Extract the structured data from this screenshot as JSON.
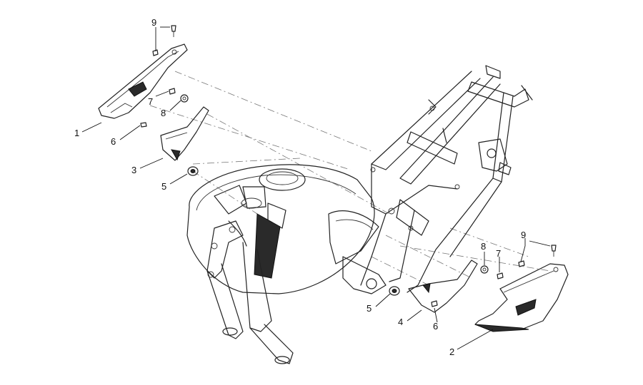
{
  "callouts": [
    {
      "id": "c9a",
      "text": "9"
    },
    {
      "id": "c7a",
      "text": "7"
    },
    {
      "id": "c8a",
      "text": "8"
    },
    {
      "id": "c1",
      "text": "1"
    },
    {
      "id": "c6a",
      "text": "6"
    },
    {
      "id": "c3",
      "text": "3"
    },
    {
      "id": "c5a",
      "text": "5"
    },
    {
      "id": "c9b",
      "text": "9"
    },
    {
      "id": "c8b",
      "text": "8"
    },
    {
      "id": "c7b",
      "text": "7"
    },
    {
      "id": "c5b",
      "text": "5"
    },
    {
      "id": "c4",
      "text": "4"
    },
    {
      "id": "c6b",
      "text": "6"
    },
    {
      "id": "c2",
      "text": "2"
    }
  ],
  "colors": {
    "line": "#222222",
    "dashed": "#777777",
    "background": "#ffffff"
  }
}
